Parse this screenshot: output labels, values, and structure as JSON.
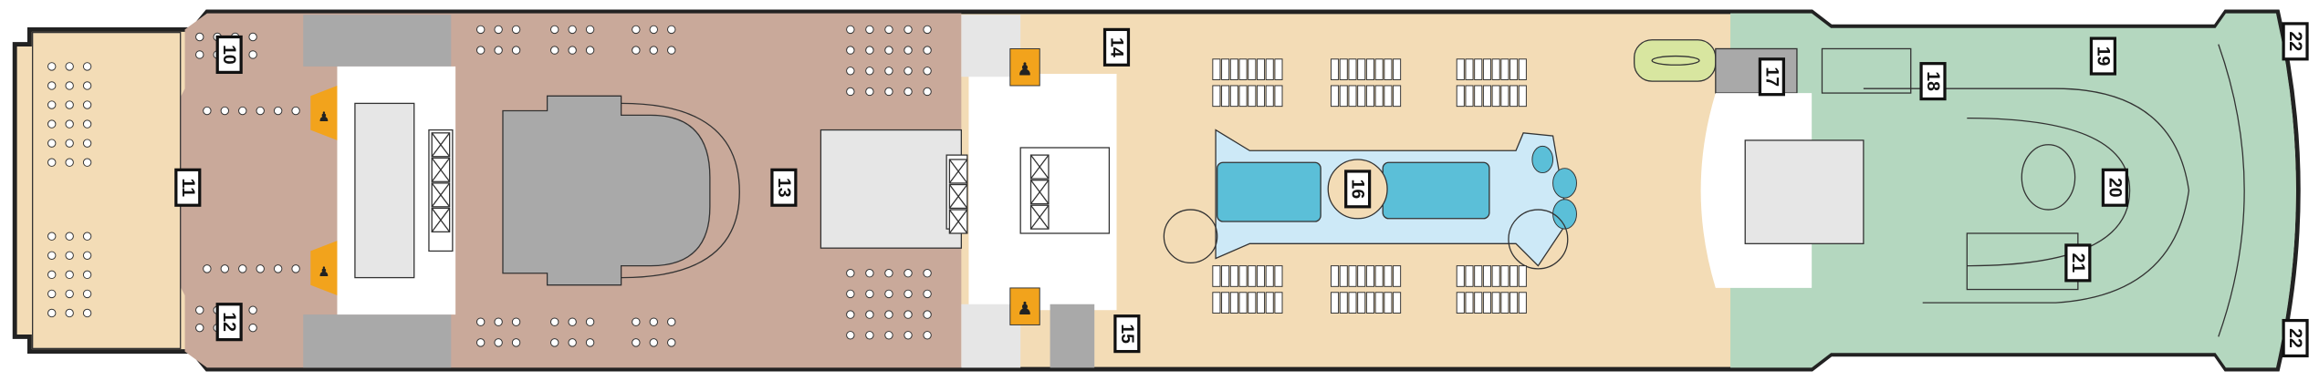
{
  "deck_plan": {
    "colors": {
      "hull": "#222222",
      "beige": "#f3dcb6",
      "brown": "#c9a99a",
      "green": "#b4d7bf",
      "grey": "#a9a9a9",
      "light_grey": "#e6e6e6",
      "orange": "#f2a31c",
      "pool": "#5bbfd8",
      "pool_deck": "#cde9f7",
      "hot_tub": "#d8e6a0"
    },
    "labels": [
      {
        "id": "10",
        "text": "10"
      },
      {
        "id": "11",
        "text": "11"
      },
      {
        "id": "12",
        "text": "12"
      },
      {
        "id": "13",
        "text": "13"
      },
      {
        "id": "14",
        "text": "14"
      },
      {
        "id": "15",
        "text": "15"
      },
      {
        "id": "16",
        "text": "16"
      },
      {
        "id": "17",
        "text": "17"
      },
      {
        "id": "18",
        "text": "18"
      },
      {
        "id": "19",
        "text": "19"
      },
      {
        "id": "20",
        "text": "20"
      },
      {
        "id": "21",
        "text": "21"
      },
      {
        "id": "22a",
        "text": "22"
      },
      {
        "id": "22b",
        "text": "22"
      }
    ],
    "icons": [
      "restroom-icon",
      "elevator-icon",
      "stairs-icon"
    ]
  }
}
